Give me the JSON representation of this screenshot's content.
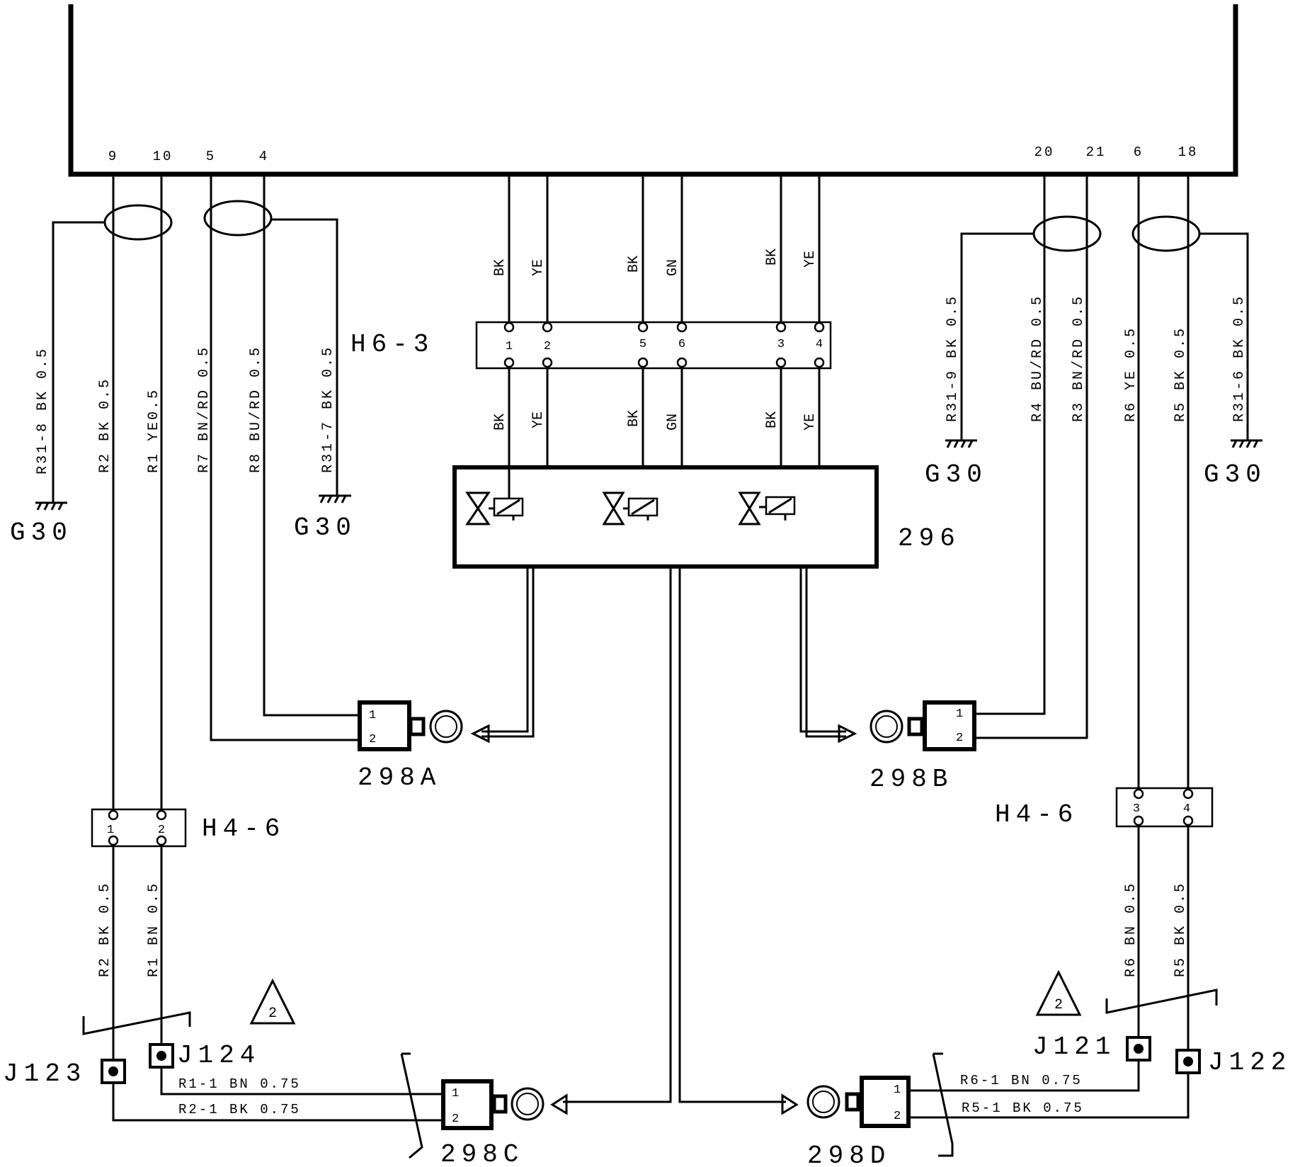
{
  "ecu": {
    "pins_left": [
      "9",
      "10",
      "5",
      "4"
    ],
    "pins_right": [
      "20",
      "21",
      "6",
      "18"
    ]
  },
  "vertical_wire_labels": [
    "R31-8 BK 0.5",
    "R2 BK 0.5",
    "R1 YE0.5",
    "R7 BN/RD 0.5",
    "R8 BU/RD 0.5",
    "R31-7 BK 0.5",
    "R31-9 BK 0.5",
    "R4 BU/RD 0.5",
    "R3 BN/RD 0.5",
    "R6 YE 0.5",
    "R5 BK 0.5",
    "R31-6 BK 0.5",
    "R2 BK 0.5",
    "R1 BN 0.5",
    "R6 BN 0.5",
    "R5 BK 0.5"
  ],
  "wire_colors": [
    "BK",
    "YE",
    "BK",
    "GN",
    "BK",
    "YE"
  ],
  "grounds": [
    "G30",
    "G30",
    "G30",
    "G30"
  ],
  "connectors": {
    "h6_3": {
      "name": "H6-3",
      "pins": [
        "1",
        "2",
        "5",
        "6",
        "3",
        "4"
      ]
    },
    "h4_6_left": {
      "name": "H4-6",
      "pins": [
        "1",
        "2"
      ]
    },
    "h4_6_right": {
      "name": "H4-6",
      "pins": [
        "3",
        "4"
      ]
    }
  },
  "modulator": {
    "name": "296"
  },
  "sensors": {
    "a": {
      "name": "298A",
      "pins": [
        "1",
        "2"
      ]
    },
    "b": {
      "name": "298B",
      "pins": [
        "1",
        "2"
      ]
    },
    "c": {
      "name": "298C",
      "pins": [
        "1",
        "2"
      ]
    },
    "d": {
      "name": "298D",
      "pins": [
        "1",
        "2"
      ]
    }
  },
  "joints": [
    "J123",
    "J124",
    "J121",
    "J122"
  ],
  "bottom_wire_labels": [
    "R1-1   BN   0.75",
    "R2-1   BK   0.75",
    "R6-1  BN  0.75",
    "R5-1  BK  0.75"
  ],
  "notes": [
    "2",
    "2"
  ]
}
